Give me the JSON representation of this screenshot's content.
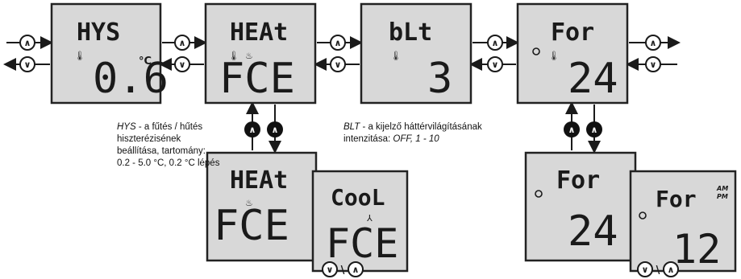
{
  "screens": {
    "hys": {
      "top": "HYS",
      "value": "0.6",
      "unit": "°C"
    },
    "heat": {
      "top": "HEAt",
      "value": "FCE"
    },
    "blt": {
      "top": "bLt",
      "value": "3"
    },
    "for": {
      "top": "For",
      "value": "24"
    },
    "heat2": {
      "top": "HEAt",
      "value": "FCE"
    },
    "cool": {
      "top": "CooL",
      "value": "FCE"
    },
    "for2": {
      "top": "For",
      "value": "24"
    },
    "for12": {
      "top": "For",
      "value": "12",
      "am": "AM",
      "pm": "PM"
    }
  },
  "captions": {
    "hys": {
      "code": "HYS",
      "text": " -  a fűtés / hűtés",
      "line2": "hiszterézisének",
      "line3": "beállítása, tartomány:",
      "line4": "0.2 - 5.0 °C, 0.2 °C lépés"
    },
    "blt": {
      "code": "BLT",
      "text": " - a kijelző háttérvilágításának",
      "line2_prefix": "intenzitása: ",
      "line2_values": "OFF, 1 - 10"
    }
  },
  "buttons": {
    "up": "∧",
    "down": "∨",
    "separator": "\\"
  },
  "colors": {
    "lcd": "#d8d8d8",
    "border": "#222222",
    "ink": "#1a1a1a"
  }
}
